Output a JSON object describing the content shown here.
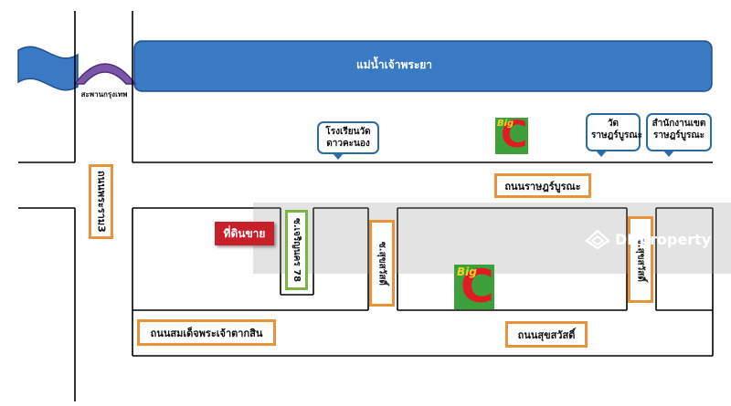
{
  "map": {
    "river_label": "แม่น้ำเจ้าพระยา",
    "bridge_label": "สะพานกรุงเทพ",
    "roads": {
      "rama3": "ถนนพระราม3",
      "ratburana": "ถนนราษฎร์บูรณะ",
      "somdet_taksin": "ถนนสมเด็จพระเจ้าตากสิน",
      "suksawat": "ถนนสุขสวัสดิ์",
      "soi_charoen_nakhon_78": "ซ.เจริญนคร 78",
      "soi_suksawat_left": "ซ.สุขสวัสดิ์",
      "soi_suksawat_right": "ซ.สุขสวัสดิ์"
    },
    "landmarks": {
      "school": "โรงเรียนวัดดาวคะนอง",
      "temple": "วัดราษฎร์บูรณะ",
      "district_office": "สำนักงานเขตราษฎร์บูรณะ"
    },
    "land_for_sale": "ที่ดินขาย",
    "bigc_logo": {
      "big": "Big",
      "c": "C"
    },
    "watermark": "DDproperty",
    "colors": {
      "river": "#3a79c4",
      "road_line": "#000000",
      "orange_border": "#e8923a",
      "green_border": "#7cb342",
      "sale_red": "#c8202a",
      "bigc_green": "#3da03a",
      "bigc_red": "#e11b22",
      "callout_border": "#2a6aa8"
    }
  }
}
